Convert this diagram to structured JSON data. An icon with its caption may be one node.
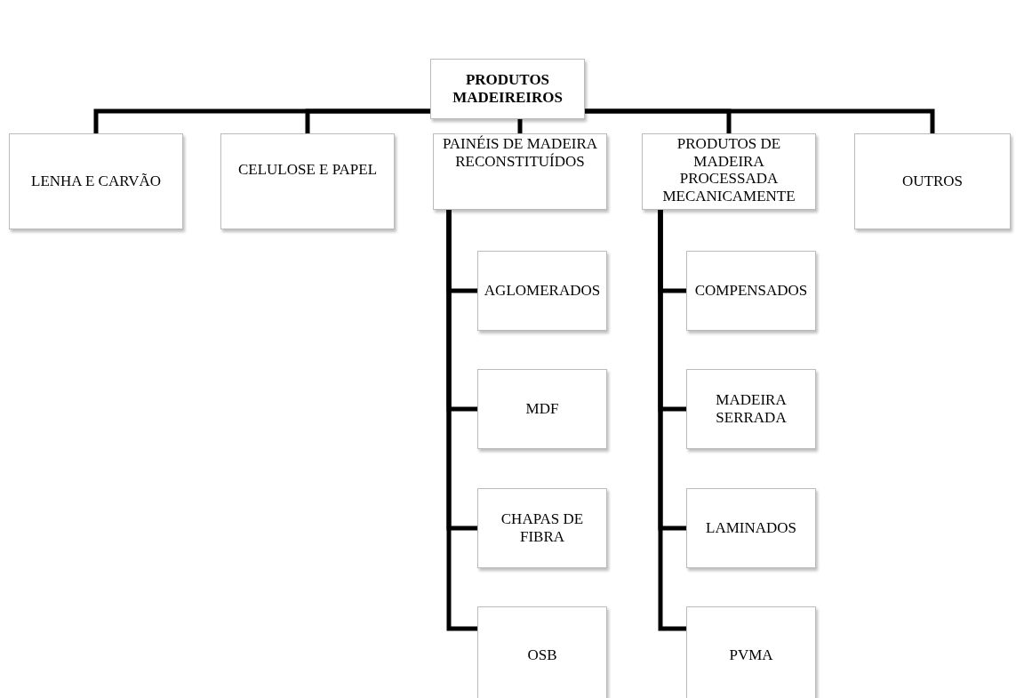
{
  "diagram": {
    "nodes": [
      {
        "text": [
          "PRODUTOS MADEIREIROS"
        ]
      },
      {
        "text": [
          "LENHA E CARVÃO"
        ]
      },
      {
        "text": [
          "CELULOSE E PAPEL"
        ]
      },
      {
        "text": [
          "PAINÉIS DE MADEIRA RECONSTITUÍDOS"
        ]
      },
      {
        "text": [
          "PRODUTOS DE MADEIRA PROCESSADA MECANICAMENTE"
        ]
      },
      {
        "text": [
          "OUTROS"
        ]
      },
      {
        "text": [
          "AGLOMERADOS"
        ]
      },
      {
        "text": [
          "MDF"
        ]
      },
      {
        "text": [
          "CHAPAS DE FIBRA"
        ]
      },
      {
        "text": [
          "OSB"
        ]
      },
      {
        "text": [
          "COMPENSADOS"
        ]
      },
      {
        "text": [
          "MADEIRA SERRADA"
        ]
      },
      {
        "text": [
          "LAMINADOS"
        ]
      },
      {
        "text": [
          "PVMA"
        ]
      }
    ],
    "edges": [
      {
        "from": 0,
        "to": 1,
        "arrow": "none"
      },
      {
        "from": 0,
        "to": 2,
        "arrow": "none"
      },
      {
        "from": 0,
        "to": 3,
        "arrow": "none"
      },
      {
        "from": 0,
        "to": 4,
        "arrow": "none"
      },
      {
        "from": 0,
        "to": 5,
        "arrow": "none"
      },
      {
        "from": 3,
        "to": 6,
        "arrow": "none"
      },
      {
        "from": 3,
        "to": 7,
        "arrow": "none"
      },
      {
        "from": 3,
        "to": 8,
        "arrow": "none"
      },
      {
        "from": 3,
        "to": 9,
        "arrow": "none"
      },
      {
        "from": 4,
        "to": 10,
        "arrow": "none"
      },
      {
        "from": 4,
        "to": 11,
        "arrow": "none"
      },
      {
        "from": 4,
        "to": 12,
        "arrow": "none"
      },
      {
        "from": 4,
        "to": 13,
        "arrow": "none"
      }
    ]
  }
}
